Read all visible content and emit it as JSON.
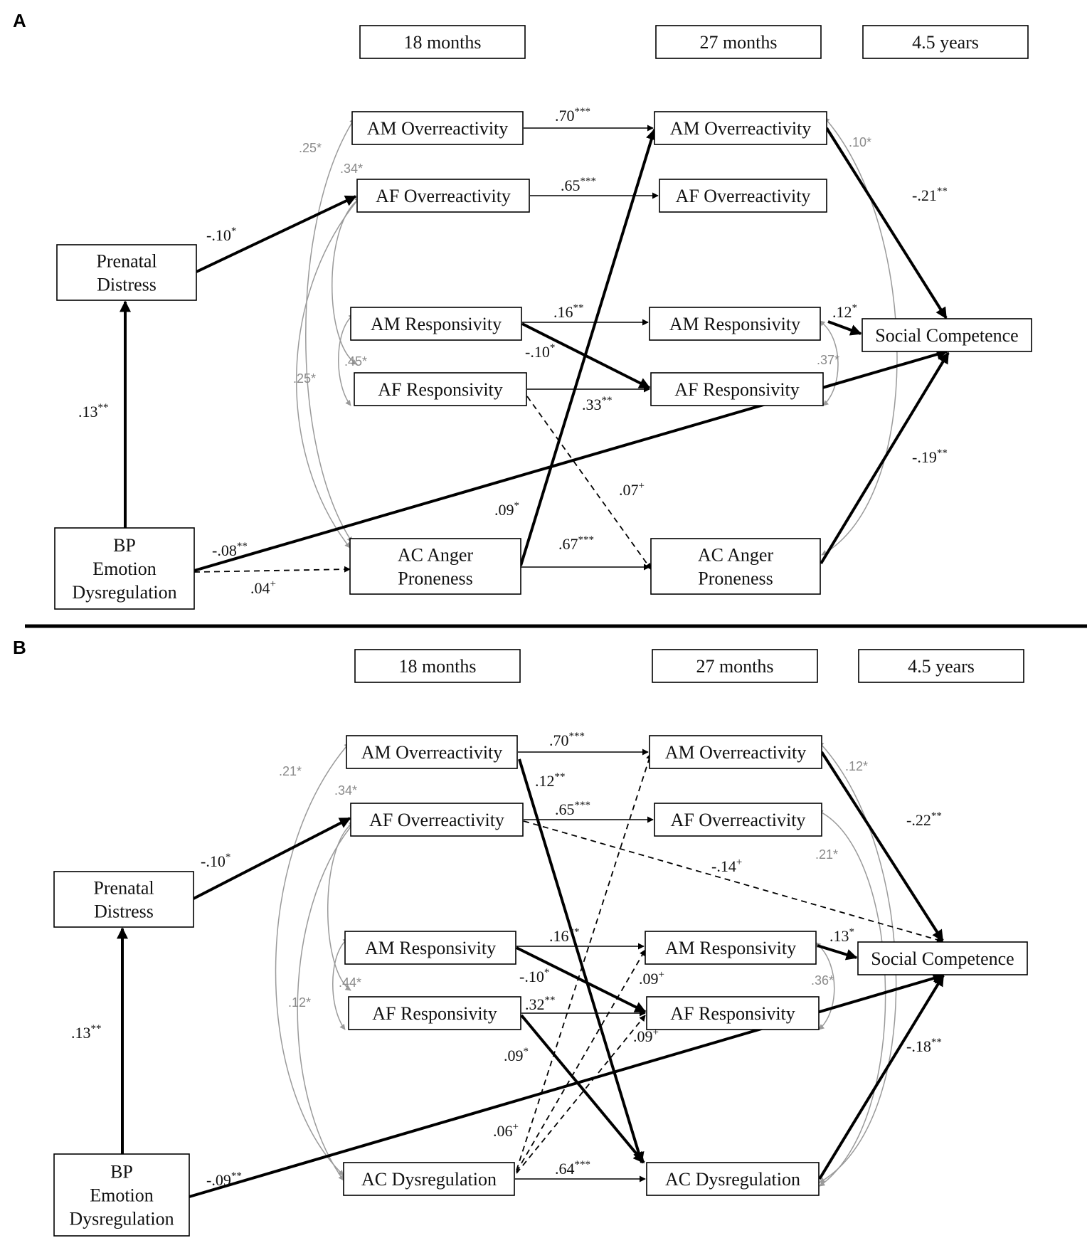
{
  "panels": [
    {
      "letter": "A",
      "time_headers": [
        "18 months",
        "27 months",
        "4.5 years"
      ],
      "nodes": {
        "prenatal": [
          "Prenatal",
          "Distress"
        ],
        "bp": [
          "BP",
          "Emotion",
          "Dysregulation"
        ],
        "am_over_18": [
          "AM Overreactivity"
        ],
        "af_over_18": [
          "AF Overreactivity"
        ],
        "am_resp_18": [
          "AM Responsivity"
        ],
        "af_resp_18": [
          "AF Responsivity"
        ],
        "ac_18": [
          "AC Anger",
          "Proneness"
        ],
        "am_over_27": [
          "AM Overreactivity"
        ],
        "af_over_27": [
          "AF Overreactivity"
        ],
        "am_resp_27": [
          "AM Responsivity"
        ],
        "af_resp_27": [
          "AF Responsivity"
        ],
        "ac_27": [
          "AC Anger",
          "Proneness"
        ],
        "social": [
          "Social Competence"
        ]
      },
      "paths": [
        {
          "from": "bp",
          "to": "prenatal",
          "label": ".13**",
          "style": "thick"
        },
        {
          "from": "prenatal",
          "to": "af_over_18",
          "label": "-.10*",
          "style": "thick"
        },
        {
          "from": "am_over_18",
          "to": "am_over_27",
          "label": ".70***",
          "style": "thin"
        },
        {
          "from": "af_over_18",
          "to": "af_over_27",
          "label": ".65***",
          "style": "thin"
        },
        {
          "from": "am_resp_18",
          "to": "am_resp_27",
          "label": ".16**",
          "style": "thin"
        },
        {
          "from": "am_resp_18",
          "to": "af_resp_27",
          "label": "-.10*",
          "style": "thick"
        },
        {
          "from": "af_resp_18",
          "to": "af_resp_27",
          "label": ".33**",
          "style": "thin"
        },
        {
          "from": "af_resp_18",
          "to": "ac_27",
          "label": ".07+",
          "style": "dashed"
        },
        {
          "from": "ac_18",
          "to": "am_over_27",
          "label": ".09*",
          "style": "thick"
        },
        {
          "from": "ac_18",
          "to": "ac_27",
          "label": ".67***",
          "style": "thin"
        },
        {
          "from": "bp",
          "to": "social",
          "label": "-.08**",
          "style": "thick"
        },
        {
          "from": "bp",
          "to": "ac_18",
          "label": ".04+",
          "style": "dashed"
        },
        {
          "from": "am_over_27",
          "to": "social",
          "label": "-.21**",
          "style": "thick"
        },
        {
          "from": "am_resp_27",
          "to": "social",
          "label": ".12*",
          "style": "thick"
        },
        {
          "from": "ac_27",
          "to": "social",
          "label": "-.19**",
          "style": "thick"
        }
      ],
      "covariances": [
        ".25*",
        ".34*",
        ".45*",
        ".25*",
        ".10*",
        ".37*"
      ]
    },
    {
      "letter": "B",
      "time_headers": [
        "18 months",
        "27 months",
        "4.5 years"
      ],
      "nodes": {
        "prenatal": [
          "Prenatal",
          "Distress"
        ],
        "bp": [
          "BP",
          "Emotion",
          "Dysregulation"
        ],
        "am_over_18": [
          "AM Overreactivity"
        ],
        "af_over_18": [
          "AF Overreactivity"
        ],
        "am_resp_18": [
          "AM Responsivity"
        ],
        "af_resp_18": [
          "AF Responsivity"
        ],
        "ac_18": [
          "AC Dysregulation"
        ],
        "am_over_27": [
          "AM Overreactivity"
        ],
        "af_over_27": [
          "AF Overreactivity"
        ],
        "am_resp_27": [
          "AM Responsivity"
        ],
        "af_resp_27": [
          "AF Responsivity"
        ],
        "ac_27": [
          "AC Dysregulation"
        ],
        "social": [
          "Social Competence"
        ]
      },
      "paths": [
        {
          "from": "bp",
          "to": "prenatal",
          "label": ".13**",
          "style": "thick"
        },
        {
          "from": "prenatal",
          "to": "af_over_18",
          "label": "-.10*",
          "style": "thick"
        },
        {
          "from": "am_over_18",
          "to": "am_over_27",
          "label": ".70***",
          "style": "thin"
        },
        {
          "from": "am_over_18",
          "to": "ac_27",
          "label": ".12**",
          "style": "thick"
        },
        {
          "from": "af_over_18",
          "to": "af_over_27",
          "label": ".65***",
          "style": "thin"
        },
        {
          "from": "af_over_18",
          "to": "social",
          "label": "-.14+",
          "style": "dashed"
        },
        {
          "from": "am_resp_18",
          "to": "am_resp_27",
          "label": ".16**",
          "style": "thin"
        },
        {
          "from": "am_resp_18",
          "to": "af_resp_27",
          "label": "-.10*",
          "style": "thick"
        },
        {
          "from": "af_resp_18",
          "to": "af_resp_27",
          "label": ".32**",
          "style": "thin"
        },
        {
          "from": "af_resp_18",
          "to": "ac_27",
          "label": ".09*",
          "style": "thick"
        },
        {
          "from": "ac_18",
          "to": "am_resp_27",
          "label": ".09+",
          "style": "dashed"
        },
        {
          "from": "ac_18",
          "to": "af_resp_27",
          "label": ".09+",
          "style": "dashed"
        },
        {
          "from": "ac_18",
          "to": "am_over_27",
          "label": ".06+",
          "style": "dashed"
        },
        {
          "from": "ac_18",
          "to": "ac_27",
          "label": ".64***",
          "style": "thin"
        },
        {
          "from": "bp",
          "to": "social",
          "label": "-.09**",
          "style": "thick"
        },
        {
          "from": "am_over_27",
          "to": "social",
          "label": "-.22**",
          "style": "thick"
        },
        {
          "from": "am_resp_27",
          "to": "social",
          "label": ".13*",
          "style": "thick"
        },
        {
          "from": "ac_27",
          "to": "social",
          "label": "-.18**",
          "style": "thick"
        }
      ],
      "covariances": [
        ".21*",
        ".34*",
        ".44*",
        ".12*",
        ".12*",
        ".21*",
        ".36*"
      ]
    }
  ],
  "colors": {
    "ink": "#000000",
    "covariance": "#9a9a9a"
  }
}
